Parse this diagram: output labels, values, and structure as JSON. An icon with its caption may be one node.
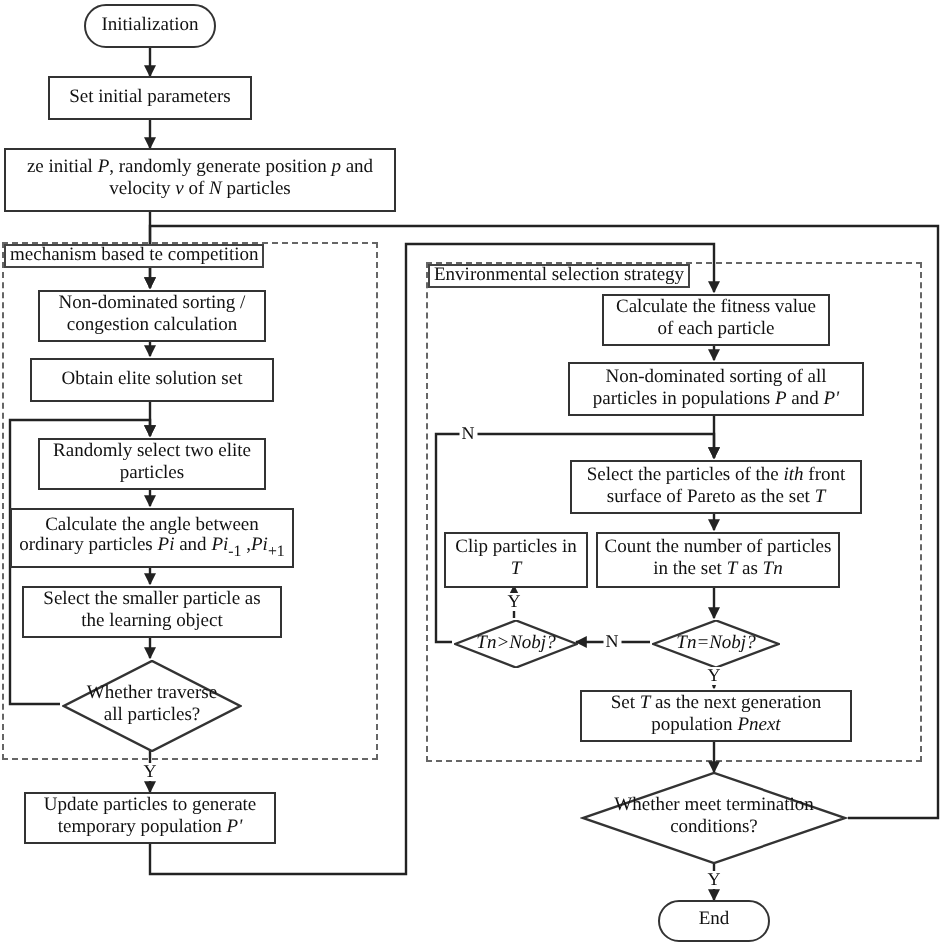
{
  "diagram": {
    "nodes": [
      {
        "text": [
          "Initialization"
        ]
      },
      {
        "text": [
          "Set initial parameters"
        ]
      },
      {
        "text": [
          "ze initial *P*, randomly generate position *p* and velocity *v* of *N* particles"
        ]
      },
      {
        "text": [
          "mechanism based te competition"
        ]
      },
      {
        "text": [
          "Non-dominated sorting / congestion calculation"
        ],
        "in": 3
      },
      {
        "text": [
          "Obtain elite solution set"
        ],
        "in": 3
      },
      {
        "text": [
          "Randomly select two elite particles"
        ],
        "in": 3
      },
      {
        "text": [
          "Calculate the angle between ordinary particles *Pi* and *Pi*$_{-1}$ ,*Pi*$_{+1}$"
        ],
        "in": 3
      },
      {
        "text": [
          "Select the smaller particle as the learning object"
        ],
        "in": 3
      },
      {
        "text": [
          "Whether traverse all particles?"
        ],
        "in": 3
      },
      {
        "text": [
          "Update particles to generate temporary population *P'*"
        ]
      },
      {
        "text": [
          "Environmental selection strategy"
        ]
      },
      {
        "text": [
          "Calculate the fitness value of each particle"
        ],
        "in": 11
      },
      {
        "text": [
          "Non-dominated sorting of all particles in populations *P* and *P'*"
        ],
        "in": 11
      },
      {
        "text": [
          "Select the particles of the *ith* front surface of Pareto as the set *T*"
        ],
        "in": 11
      },
      {
        "text": [
          "Count the number of particles in the set *T* as *Tn*"
        ],
        "in": 11
      },
      {
        "text": [
          "Clip particles in *T*"
        ],
        "in": 11
      },
      {
        "text": [
          "*Tn>Nobj?*"
        ],
        "in": 11
      },
      {
        "text": [
          "*Tn=Nobj?*"
        ],
        "in": 11
      },
      {
        "text": [
          "Set *T* as the next generation population *Pnext*"
        ],
        "in": 11
      },
      {
        "text": [
          "Whether meet termination conditions?"
        ]
      },
      {
        "text": [
          "End"
        ]
      }
    ],
    "edges": [
      {
        "from": 0,
        "to": 1,
        "arrow": "to"
      },
      {
        "from": 1,
        "to": 2,
        "arrow": "to"
      },
      {
        "from": 2,
        "to": 4,
        "arrow": "to"
      },
      {
        "from": 4,
        "to": 5,
        "arrow": "to"
      },
      {
        "from": 5,
        "to": 6,
        "arrow": "to"
      },
      {
        "from": 6,
        "to": 7,
        "arrow": "to"
      },
      {
        "from": 7,
        "to": 8,
        "arrow": "to"
      },
      {
        "from": 8,
        "to": 9,
        "arrow": "to"
      },
      {
        "from": 9,
        "to": 6,
        "arrow": "to"
      },
      {
        "from": 9,
        "to": 10,
        "arrow": "to",
        "label": "Y"
      },
      {
        "from": 10,
        "to": 12,
        "arrow": "to"
      },
      {
        "from": 12,
        "to": 13,
        "arrow": "to"
      },
      {
        "from": 13,
        "to": 14,
        "arrow": "to"
      },
      {
        "from": 14,
        "to": 15,
        "arrow": "to"
      },
      {
        "from": 15,
        "to": 18,
        "arrow": "to"
      },
      {
        "from": 18,
        "to": 17,
        "arrow": "to",
        "label": "N"
      },
      {
        "from": 17,
        "to": 16,
        "arrow": "to",
        "label": "Y"
      },
      {
        "from": 17,
        "to": 14,
        "arrow": "to",
        "label": "N"
      },
      {
        "from": 18,
        "to": 19,
        "arrow": "to",
        "label": "Y"
      },
      {
        "from": 19,
        "to": 20,
        "arrow": "to"
      },
      {
        "from": 20,
        "to": 21,
        "arrow": "to",
        "label": "Y"
      },
      {
        "from": 20,
        "to": 4,
        "arrow": "to"
      }
    ]
  }
}
